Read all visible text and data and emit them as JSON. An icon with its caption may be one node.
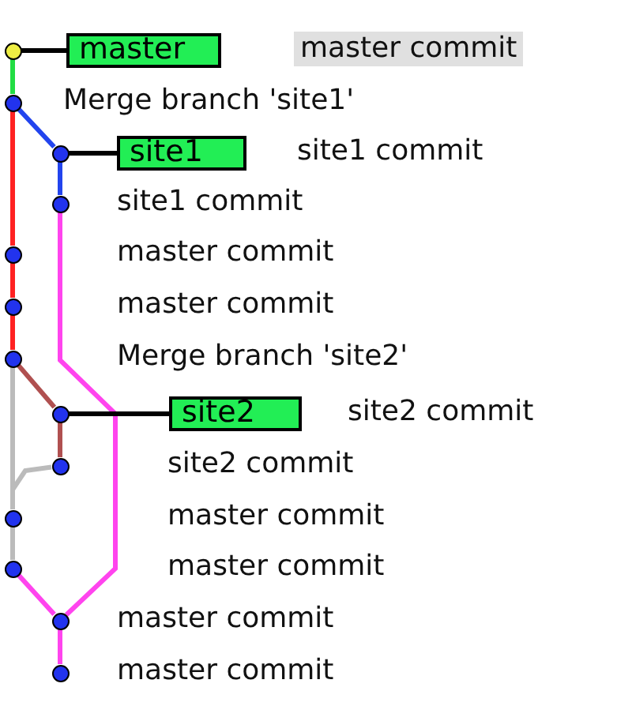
{
  "diagram": {
    "nodes": [
      {
        "text": [],
        "shape": "circle"
      },
      {
        "text": [
          "master"
        ]
      },
      {
        "text": [],
        "shape": "circle"
      },
      {
        "text": [],
        "shape": "circle"
      },
      {
        "text": [
          "site1"
        ]
      },
      {
        "text": [],
        "shape": "circle"
      },
      {
        "text": [],
        "shape": "circle"
      },
      {
        "text": [],
        "shape": "circle"
      },
      {
        "text": [],
        "shape": "circle"
      },
      {
        "text": [],
        "shape": "circle"
      },
      {
        "text": [
          "site2"
        ]
      },
      {
        "text": [],
        "shape": "circle"
      },
      {
        "text": [],
        "shape": "circle"
      },
      {
        "text": [],
        "shape": "circle"
      },
      {
        "text": [],
        "shape": "circle"
      },
      {
        "text": [],
        "shape": "circle"
      }
    ],
    "edges": [
      {
        "from": 1,
        "to": 0,
        "arrow": "none",
        "color": "#000000"
      },
      {
        "from": 0,
        "to": 2,
        "arrow": "none",
        "color": "#22dd44"
      },
      {
        "from": 2,
        "to": 3,
        "arrow": "none",
        "color": "#2244ee"
      },
      {
        "from": 4,
        "to": 3,
        "arrow": "none",
        "color": "#000000"
      },
      {
        "from": 3,
        "to": 5,
        "arrow": "none",
        "color": "#2244ee"
      },
      {
        "from": 2,
        "to": 6,
        "arrow": "none",
        "color": "#ff2222"
      },
      {
        "from": 6,
        "to": 7,
        "arrow": "none",
        "color": "#ff2222"
      },
      {
        "from": 7,
        "to": 8,
        "arrow": "none",
        "color": "#ff2222"
      },
      {
        "from": 5,
        "to": 14,
        "arrow": "none",
        "color": "#ff44ee"
      },
      {
        "from": 8,
        "to": 9,
        "arrow": "none",
        "color": "#b05050"
      },
      {
        "from": 10,
        "to": 9,
        "arrow": "none",
        "color": "#000000"
      },
      {
        "from": 9,
        "to": 11,
        "arrow": "none",
        "color": "#b05050"
      },
      {
        "from": 8,
        "to": 12,
        "arrow": "none",
        "color": "#bbbbbb"
      },
      {
        "from": 11,
        "to": 12,
        "arrow": "none",
        "color": "#bbbbbb"
      },
      {
        "from": 12,
        "to": 13,
        "arrow": "none",
        "color": "#bbbbbb"
      },
      {
        "from": 13,
        "to": 14,
        "arrow": "none",
        "color": "#ff44ee"
      },
      {
        "from": 14,
        "to": 15,
        "arrow": "none",
        "color": "#ff44ee"
      }
    ],
    "labels": [
      "master commit",
      "Merge branch 'site1'",
      "site1 commit",
      "site1 commit",
      "master commit",
      "master commit",
      "Merge branch 'site2'",
      "site2 commit",
      "site2 commit",
      "master commit",
      "master commit",
      "master commit",
      "master commit"
    ]
  }
}
